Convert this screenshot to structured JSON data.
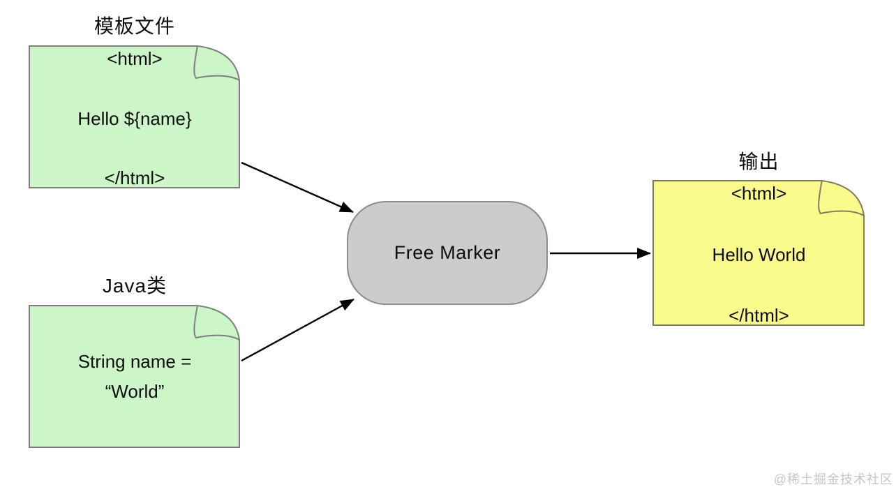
{
  "diagram": {
    "template_node": {
      "title": "模板文件",
      "lines": [
        "<html>",
        "Hello ${name}",
        "</html>"
      ]
    },
    "java_node": {
      "title": "Java类",
      "lines": [
        "String name =",
        "“World”"
      ]
    },
    "processor_node": {
      "label": "Free Marker"
    },
    "output_node": {
      "title": "输出",
      "lines": [
        "<html>",
        "Hello World",
        "</html>"
      ]
    }
  },
  "watermark": "@稀土掘金技术社区",
  "colors": {
    "doc_green": "#ccf6c8",
    "doc_yellow": "#fbfa8d",
    "processor_gray": "#cccccc",
    "processor_border": "#8c8c8c",
    "border_gray": "#7f7f7f",
    "border_olive": "#7f7f5a",
    "arrow_black": "#000000",
    "watermark_gray": "#c6c6c6"
  }
}
